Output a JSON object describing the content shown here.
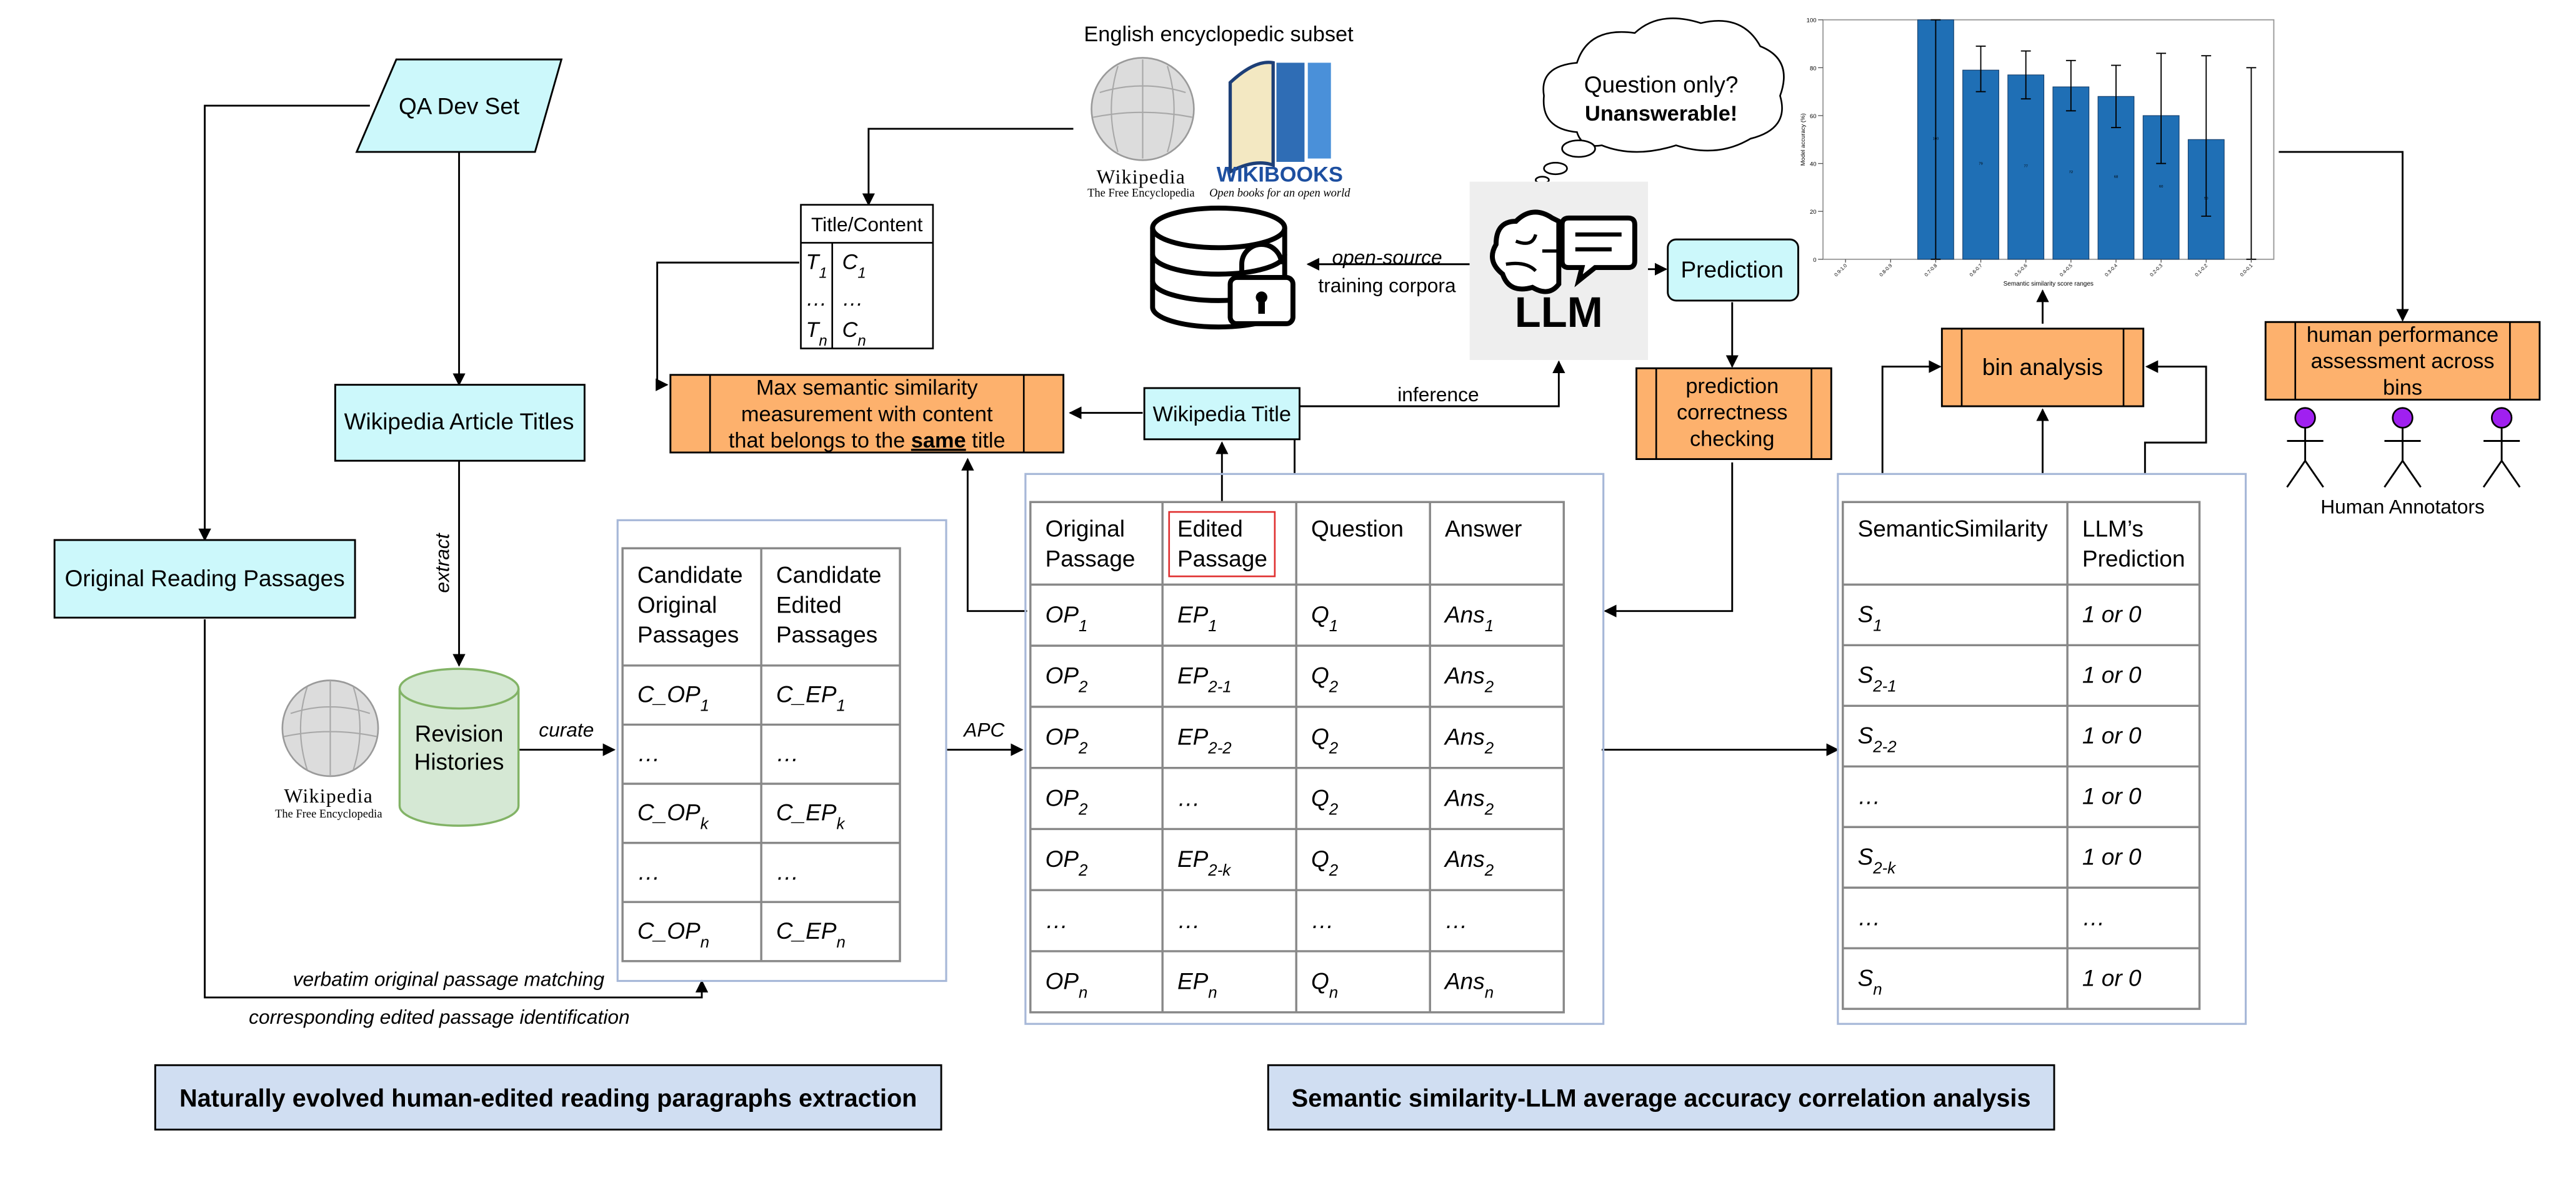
{
  "qa_dev_set": "QA Dev Set",
  "wiki_titles": "Wikipedia Article Titles",
  "orig_passages": "Original Reading Passages",
  "extract": "extract",
  "revision_histories": [
    "Revision",
    "Histories"
  ],
  "curate": "curate",
  "apc": "APC",
  "verbatim": "verbatim original passage matching",
  "corresponding": "corresponding edited passage identification",
  "left_caption": "Naturally evolved human-edited reading paragraphs extraction",
  "right_caption": "Semantic similarity-LLM average accuracy correlation analysis",
  "english_subset": "English encyclopedic subset",
  "wikipedia_logo": {
    "name": "Wikipedia",
    "tagline": "The Free Encyclopedia"
  },
  "wikibooks_logo": {
    "name": "WIKIBOOKS",
    "tagline": "Open books for an open world"
  },
  "title_content": "Title/Content",
  "tc_rows": [
    {
      "t": "T",
      "t_sub": "1",
      "c": "C",
      "c_sub": "1"
    },
    {
      "t": "…",
      "t_sub": "",
      "c": "…",
      "c_sub": ""
    },
    {
      "t": "T",
      "t_sub": "n",
      "c": "C",
      "c_sub": "n"
    }
  ],
  "max_sim": [
    "Max semantic similarity",
    "measurement with content"
  ],
  "max_sim_last": {
    "pre": "that belongs to the ",
    "bold": "same",
    "post": " title"
  },
  "open_source": "open-source",
  "training_corpora": "training corpora",
  "thought": {
    "line1": "Question only?",
    "line2": "Unanswerable!"
  },
  "llm": "LLM",
  "prediction": "Prediction",
  "wiki_title_box": "Wikipedia Title",
  "inference": "inference",
  "correctness": [
    "prediction",
    "correctness",
    "checking"
  ],
  "bin_analysis": "bin analysis",
  "human_perf": [
    "human performance",
    "assessment across",
    "bins"
  ],
  "human_annotators": "Human Annotators",
  "candidate_table": {
    "headers": [
      [
        "Candidate",
        "Original",
        "Passages"
      ],
      [
        "Candidate",
        "Edited",
        "Passages"
      ]
    ],
    "rows": [
      {
        "a": "C_OP",
        "a_sub": "1",
        "b": "C_EP",
        "b_sub": "1"
      },
      {
        "a": "…",
        "a_sub": "",
        "b": "…",
        "b_sub": ""
      },
      {
        "a": "C_OP",
        "a_sub": "k",
        "b": "C_EP",
        "b_sub": "k"
      },
      {
        "a": "…",
        "a_sub": "",
        "b": "…",
        "b_sub": ""
      },
      {
        "a": "C_OP",
        "a_sub": "n",
        "b": "C_EP",
        "b_sub": "n"
      }
    ]
  },
  "main_table": {
    "headers": [
      [
        "Original",
        "Passage"
      ],
      [
        "Edited",
        "Passage"
      ],
      [
        "Question"
      ],
      [
        "Answer"
      ]
    ],
    "rows": [
      [
        {
          "t": "OP",
          "s": "1"
        },
        {
          "t": "EP",
          "s": "1"
        },
        {
          "t": "Q",
          "s": "1"
        },
        {
          "t": "Ans",
          "s": "1"
        }
      ],
      [
        {
          "t": "OP",
          "s": "2"
        },
        {
          "t": "EP",
          "s": "2-1"
        },
        {
          "t": "Q",
          "s": "2"
        },
        {
          "t": "Ans",
          "s": "2"
        }
      ],
      [
        {
          "t": "OP",
          "s": "2"
        },
        {
          "t": "EP",
          "s": "2-2"
        },
        {
          "t": "Q",
          "s": "2"
        },
        {
          "t": "Ans",
          "s": "2"
        }
      ],
      [
        {
          "t": "OP",
          "s": "2"
        },
        {
          "t": "…",
          "s": ""
        },
        {
          "t": "Q",
          "s": "2"
        },
        {
          "t": "Ans",
          "s": "2"
        }
      ],
      [
        {
          "t": "OP",
          "s": "2"
        },
        {
          "t": "EP",
          "s": "2-k"
        },
        {
          "t": "Q",
          "s": "2"
        },
        {
          "t": "Ans",
          "s": "2"
        }
      ],
      [
        {
          "t": "…",
          "s": ""
        },
        {
          "t": "…",
          "s": ""
        },
        {
          "t": "…",
          "s": ""
        },
        {
          "t": "…",
          "s": ""
        }
      ],
      [
        {
          "t": "OP",
          "s": "n"
        },
        {
          "t": "EP",
          "s": "n"
        },
        {
          "t": "Q",
          "s": "n"
        },
        {
          "t": "Ans",
          "s": "n"
        }
      ]
    ]
  },
  "sim_table": {
    "headers": [
      [
        "SemanticSimilarity"
      ],
      [
        "LLM’s",
        "Prediction"
      ]
    ],
    "rows": [
      [
        {
          "t": "S",
          "s": "1"
        },
        {
          "t": "1 or 0",
          "s": ""
        }
      ],
      [
        {
          "t": "S",
          "s": "2-1"
        },
        {
          "t": "1 or 0",
          "s": ""
        }
      ],
      [
        {
          "t": "S",
          "s": "2-2"
        },
        {
          "t": "1 or 0",
          "s": ""
        }
      ],
      [
        {
          "t": "…",
          "s": ""
        },
        {
          "t": "1 or 0",
          "s": ""
        }
      ],
      [
        {
          "t": "S",
          "s": "2-k"
        },
        {
          "t": "1 or 0",
          "s": ""
        }
      ],
      [
        {
          "t": "…",
          "s": ""
        },
        {
          "t": "…",
          "s": ""
        }
      ],
      [
        {
          "t": "S",
          "s": "n"
        },
        {
          "t": "1 or 0",
          "s": ""
        }
      ]
    ]
  },
  "chart_data": {
    "type": "bar",
    "ylabel": "Model accuracy (%)",
    "xlabel": "Semantic similarity score ranges",
    "ylim": [
      0,
      100
    ],
    "yticks": [
      0,
      20,
      40,
      60,
      80,
      100
    ],
    "categories": [
      "0.9-1.0",
      "0.8-0.9",
      "0.7-0.8",
      "0.6-0.7",
      "0.5-0.6",
      "0.4-0.5",
      "0.3-0.4",
      "0.2-0.3",
      "0.1-0.2",
      "0.0-0.1"
    ],
    "values": [
      0,
      0,
      100,
      79,
      77,
      72,
      68,
      60,
      50,
      0
    ],
    "err_low": [
      0,
      0,
      0,
      70,
      67,
      62,
      55,
      40,
      18,
      0
    ],
    "err_high": [
      0,
      0,
      100,
      89,
      87,
      83,
      81,
      86,
      85,
      80
    ],
    "grid": false,
    "color": "#1f6fb5"
  },
  "colors": {
    "cyan": "#ccf8fb",
    "orange": "#fdb16d",
    "green": "#d5e8d4",
    "green_border": "#82b366",
    "purple": "#a020f0",
    "caption": "#d0def2",
    "panel_border": "#a7b8d8"
  }
}
